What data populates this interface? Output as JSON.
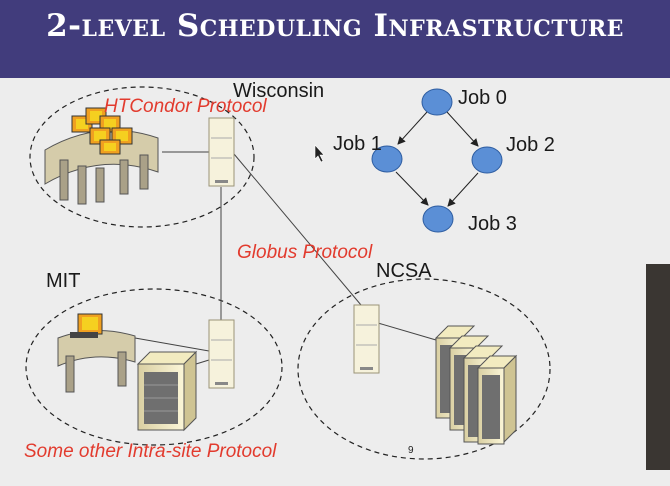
{
  "header": {
    "title": "2-level Scheduling Infrastructure"
  },
  "sites": {
    "wisconsin": "Wisconsin",
    "mit": "MIT",
    "ncsa": "NCSA"
  },
  "protocols": {
    "htcondor": "HTCondor Protocol",
    "globus": "Globus Protocol",
    "intra_site": "Some other Intra-site Protocol"
  },
  "dag": {
    "jobs": [
      "Job 0",
      "Job 1",
      "Job 2",
      "Job 3"
    ],
    "node_color": "#5b8fd6"
  },
  "page_number": "9",
  "colors": {
    "header_bg": "#413c7c",
    "protocol_text": "#e23b2e",
    "slide_bg": "#ededed"
  }
}
